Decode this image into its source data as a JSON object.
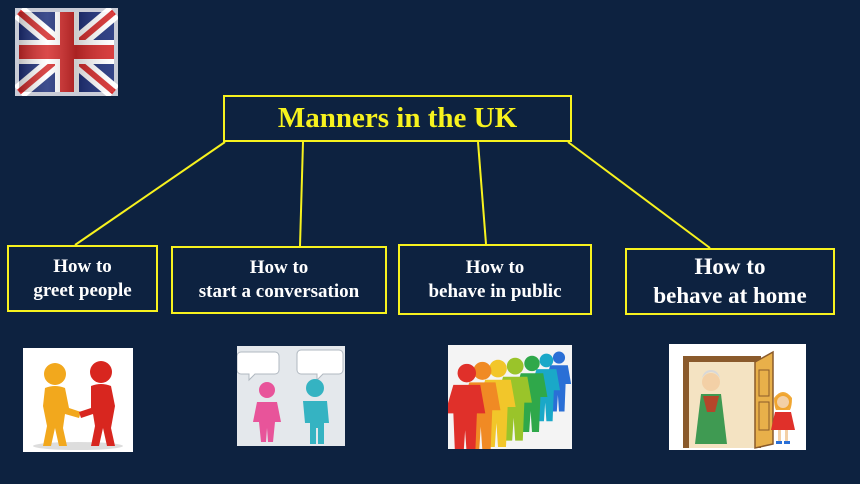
{
  "diagram": {
    "title": "Manners in the UK",
    "topics": [
      {
        "line1": "How to",
        "line2": "greet people"
      },
      {
        "line1": "How to",
        "line2": "start a conversation"
      },
      {
        "line1": "How to",
        "line2": "behave in public"
      },
      {
        "line1": "How to",
        "line2": "behave at home"
      }
    ]
  },
  "colors": {
    "background": "#0d2240",
    "accent": "#f7f21e",
    "text": "#ffffff"
  },
  "icons": [
    "uk-flag-icon",
    "handshake-figures-icon",
    "speech-bubbles-figures-icon",
    "colorful-people-row-icon",
    "family-at-door-icon"
  ]
}
